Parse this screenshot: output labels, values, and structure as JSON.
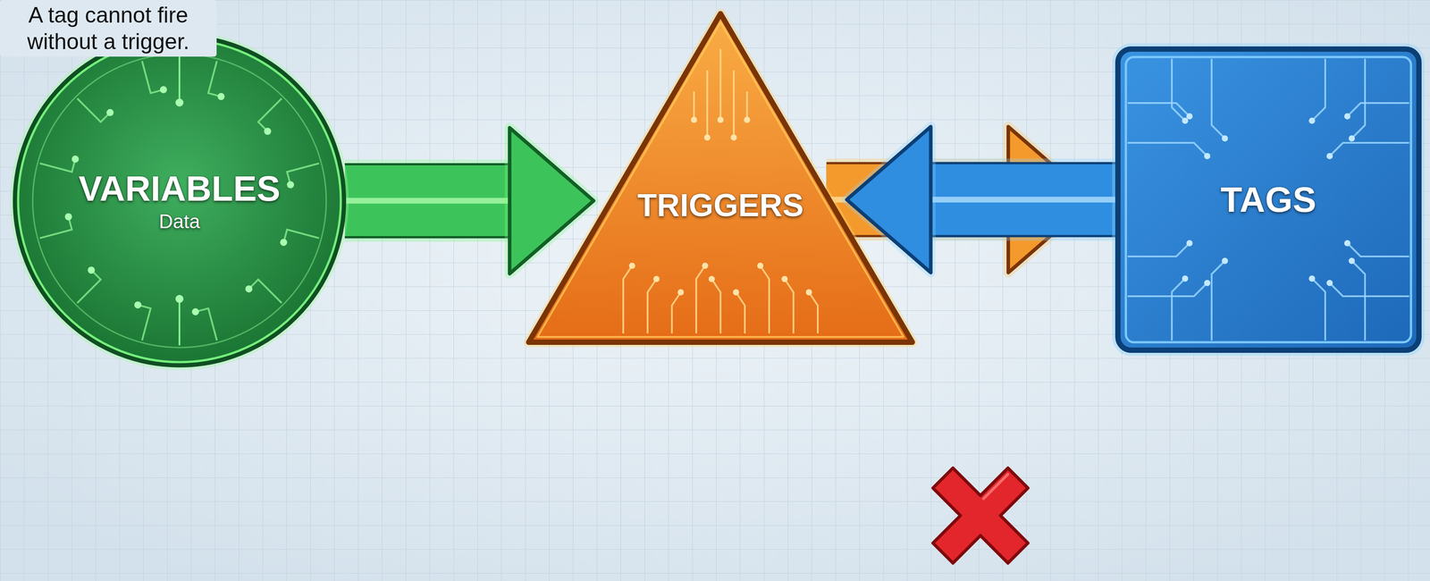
{
  "diagram": {
    "nodes": [
      {
        "text": [
          "VARIABLES",
          "Data"
        ]
      },
      {
        "text": [
          "TRIGGERS"
        ]
      },
      {
        "text": [
          "TAGS"
        ]
      }
    ],
    "edges": [
      {
        "from": 0,
        "to": 1,
        "arrow": "to"
      },
      {
        "from": 1,
        "to": 2,
        "arrow": "to"
      },
      {
        "from": 2,
        "to": 1,
        "arrow": "to",
        "label": "A tag cannot fire without a trigger."
      }
    ]
  }
}
